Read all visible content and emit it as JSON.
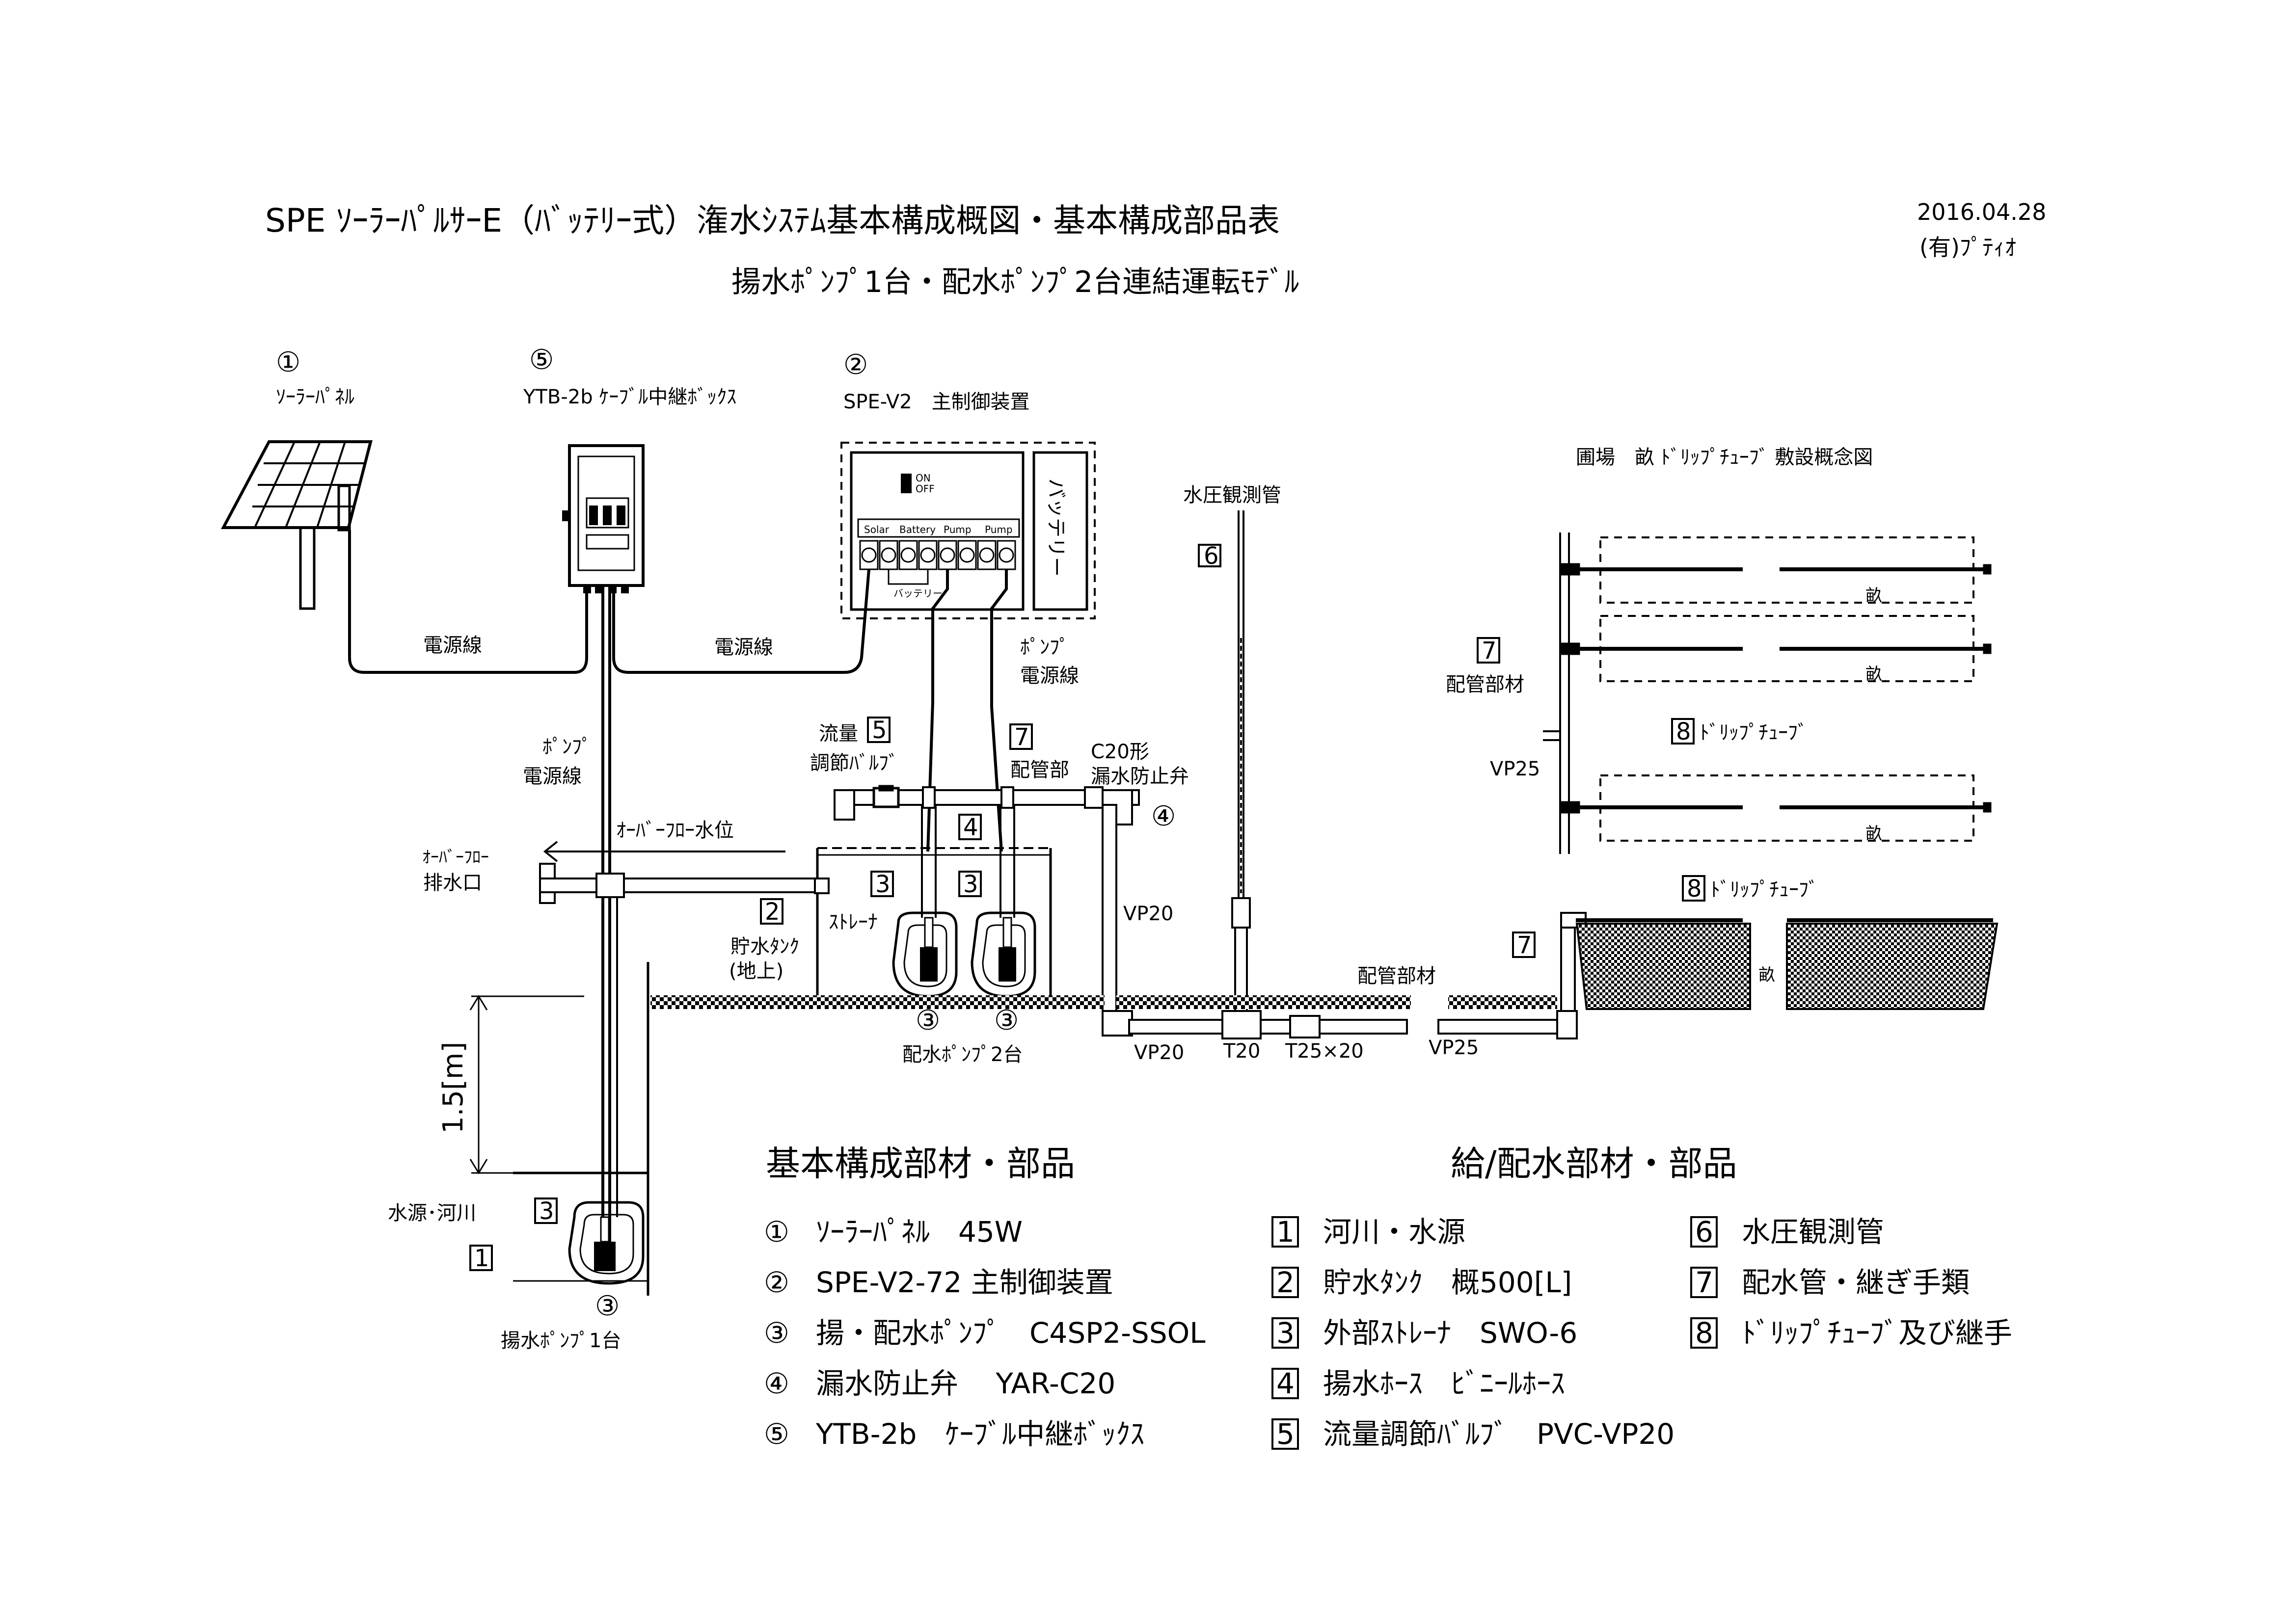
{
  "title": {
    "main": "SPE ｿｰﾗｰﾊﾟﾙｻｰE（ﾊﾞｯﾃﾘｰ式）潅水ｼｽﾃﾑ基本構成概図・基本構成部品表",
    "sub": "揚水ﾎﾟﾝﾌﾟ1台・配水ﾎﾟﾝﾌﾟ2台連結運転ﾓﾃﾞﾙ",
    "date": "2016.04.28",
    "company": "(有)ﾌﾟﾃｨｵ"
  },
  "components": {
    "panel": {
      "num": "①",
      "label": "ｿｰﾗｰﾊﾟﾈﾙ"
    },
    "relay": {
      "num": "⑤",
      "label": "YTB-2b ｹｰﾌﾞﾙ中継ﾎﾞｯｸｽ"
    },
    "controller": {
      "num": "②",
      "label": "SPE-V2　主制御装置",
      "battery": "バッテリー",
      "terminals": [
        "Solar",
        "Battery",
        "Pump",
        "Pump"
      ],
      "switch_on": "ON",
      "switch_off": "OFF",
      "terminal_note": "バッテリー"
    },
    "pressure_tube": {
      "label": "水圧観測管",
      "num": "6"
    },
    "field_title": "圃場　畝 ﾄﾞﾘｯﾌﾟﾁｭｰﾌﾞ 敷設概念図"
  },
  "labels": {
    "power1": "電源線",
    "power2": "電源線",
    "pump_power_right_1": "ﾎﾟﾝﾌﾟ",
    "pump_power_right_2": "電源線",
    "pump_power_left_1": "ﾎﾟﾝﾌﾟ",
    "pump_power_left_2": "電源線",
    "flow_valve_1": "流量",
    "flow_valve_2": "調節ﾊﾞﾙﾌﾞ",
    "flow_valve_num": "5",
    "pipe_parts_num": "7",
    "pipe_parts": "配管部",
    "c20_1": "C20形",
    "c20_2": "漏水防止弁",
    "c20_num": "④",
    "overflow_level": "ｵｰﾊﾞｰﾌﾛｰ水位",
    "overflow_drain_1": "ｵｰﾊﾞｰﾌﾛｰ",
    "overflow_drain_2": "排水口",
    "tank_num": "2",
    "tank_1": "貯水ﾀﾝｸ",
    "tank_2": "(地上)",
    "hose_num": "4",
    "strainer_num_1": "3",
    "strainer_num_2": "3",
    "strainer": "ｽﾄﾚｰﾅ",
    "vp20_a": "VP20",
    "vp20_b": "VP20",
    "t20": "T20",
    "t25": "T25×20",
    "vp25_a": "VP25",
    "vp25_b": "VP25",
    "pipe_parts_2": "配管部材",
    "pipe_parts_3": "配管部材",
    "pipe_parts_3_num": "7",
    "pipe_parts_4_num": "7",
    "pump_circle_1": "③",
    "pump_circle_2": "③",
    "dist_pumps": "配水ﾎﾟﾝﾌﾟ2台",
    "depth": "1.5[m]",
    "water_source": "水源･河川",
    "water_source_num": "1",
    "well_strainer_num": "3",
    "lift_pump_circle": "③",
    "lift_pump": "揚水ﾎﾟﾝﾌﾟ1台",
    "drip_tube_num_1": "8",
    "drip_tube_1": "ﾄﾞﾘｯﾌﾟﾁｭｰﾌﾞ",
    "drip_tube_num_2": "8",
    "drip_tube_2": "ﾄﾞﾘｯﾌﾟﾁｭｰﾌﾞ",
    "furrow_1": "畝",
    "furrow_2": "畝",
    "furrow_3": "畝",
    "furrow_4": "畝"
  },
  "parts_list": {
    "heading_left": "基本構成部材・部品",
    "heading_right": "給/配水部材・部品",
    "basic": [
      {
        "num": "①",
        "name": "ｿｰﾗｰﾊﾟﾈﾙ　45W"
      },
      {
        "num": "②",
        "name": "SPE-V2-72 主制御装置"
      },
      {
        "num": "③",
        "name": "揚・配水ﾎﾟﾝﾌﾟ　C4SP2-SSOL"
      },
      {
        "num": "④",
        "name": "漏水防止弁　 YAR-C20"
      },
      {
        "num": "⑤",
        "name": "YTB-2b　ｹｰﾌﾞﾙ中継ﾎﾞｯｸｽ"
      }
    ],
    "supply_a": [
      {
        "num": "1",
        "name": "河川・水源"
      },
      {
        "num": "2",
        "name": "貯水ﾀﾝｸ　概500[L]"
      },
      {
        "num": "3",
        "name": "外部ｽﾄﾚｰﾅ　SWO-6"
      },
      {
        "num": "4",
        "name": "揚水ﾎｰｽ　ﾋﾞﾆｰﾙﾎｰｽ"
      },
      {
        "num": "5",
        "name": "流量調節ﾊﾞﾙﾌﾞ　PVC-VP20"
      }
    ],
    "supply_b": [
      {
        "num": "6",
        "name": "水圧観測管"
      },
      {
        "num": "7",
        "name": "配水管・継ぎ手類"
      },
      {
        "num": "8",
        "name": "ﾄﾞﾘｯﾌﾟﾁｭｰﾌﾞ及び継手"
      }
    ]
  }
}
